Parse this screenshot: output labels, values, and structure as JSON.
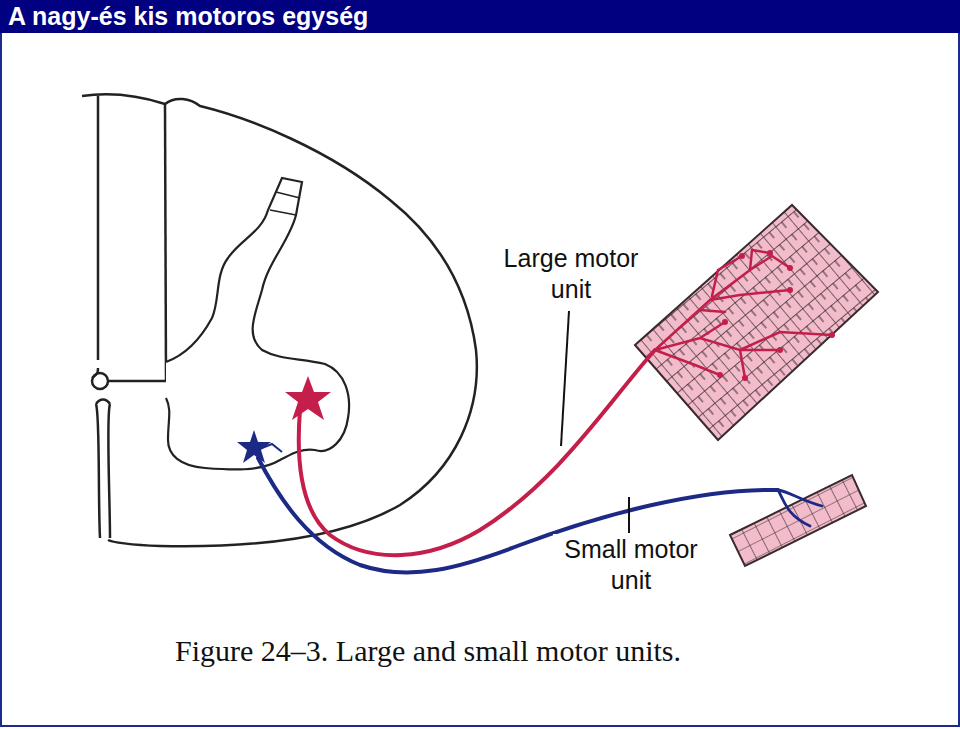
{
  "diagram": {
    "title": "A nagy-és kis motoros egység",
    "caption": "Figure 24–3. Large and small motor units.",
    "labels": [
      "Large motor unit",
      "Small motor unit"
    ]
  }
}
